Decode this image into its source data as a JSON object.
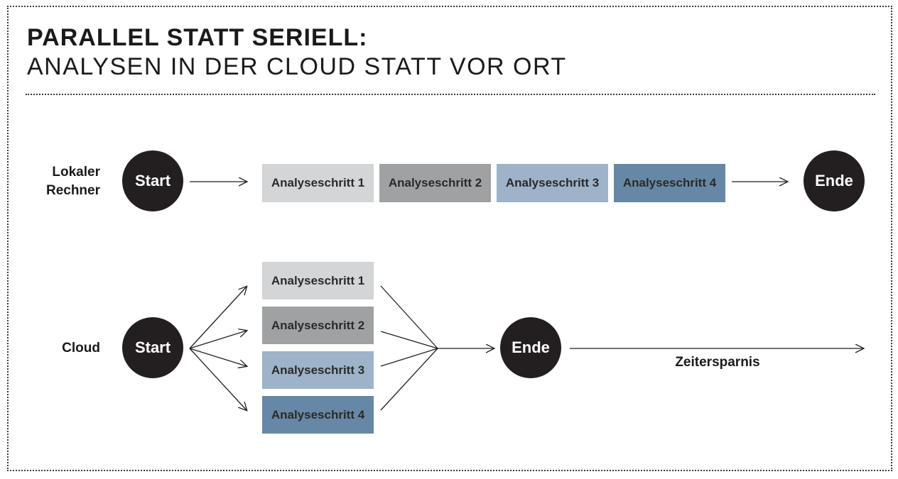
{
  "title": {
    "line1": "PARALLEL STATT SERIELL:",
    "line2": "ANALYSEN IN DER CLOUD STATT VOR ORT"
  },
  "serial_row": {
    "label_line1": "Lokaler",
    "label_line2": "Rechner",
    "start": "Start",
    "end": "Ende",
    "steps": [
      "Analyseschritt 1",
      "Analyseschritt 2",
      "Analyseschritt 3",
      "Analyseschritt 4"
    ]
  },
  "parallel_row": {
    "label": "Cloud",
    "start": "Start",
    "end": "Ende",
    "steps": [
      "Analyseschritt 1",
      "Analyseschritt 2",
      "Analyseschritt 3",
      "Analyseschritt 4"
    ],
    "saving_label": "Zeitersparnis"
  },
  "colors": {
    "circle_fill": "#231f20",
    "step_1": "#d4d5d6",
    "step_2": "#a0a1a3",
    "step_3": "#9eb2c9",
    "step_4": "#6688a6",
    "line": "#231f20"
  }
}
